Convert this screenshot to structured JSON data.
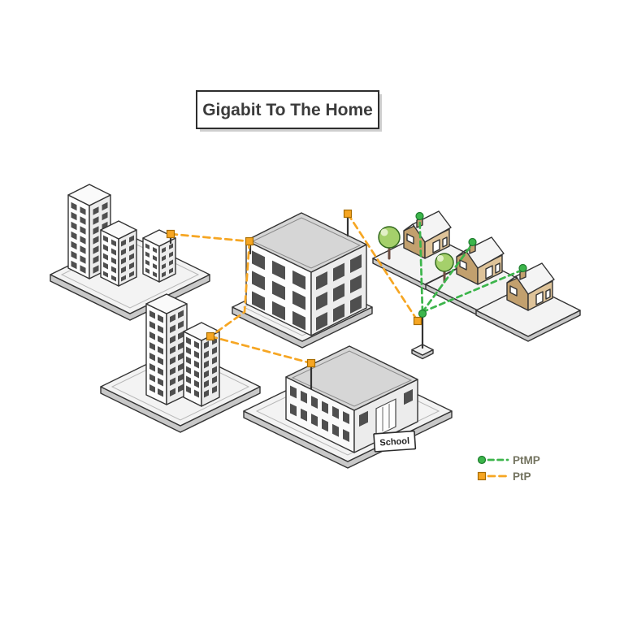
{
  "title": "Gigabit To The Home",
  "school": {
    "sign_label": "School"
  },
  "legend": {
    "ptmp": {
      "label": "PtMP"
    },
    "ptp": {
      "label": "PtP"
    }
  },
  "colors": {
    "ptp_orange": "#F6A623",
    "ptmp_green": "#3CB54B"
  }
}
